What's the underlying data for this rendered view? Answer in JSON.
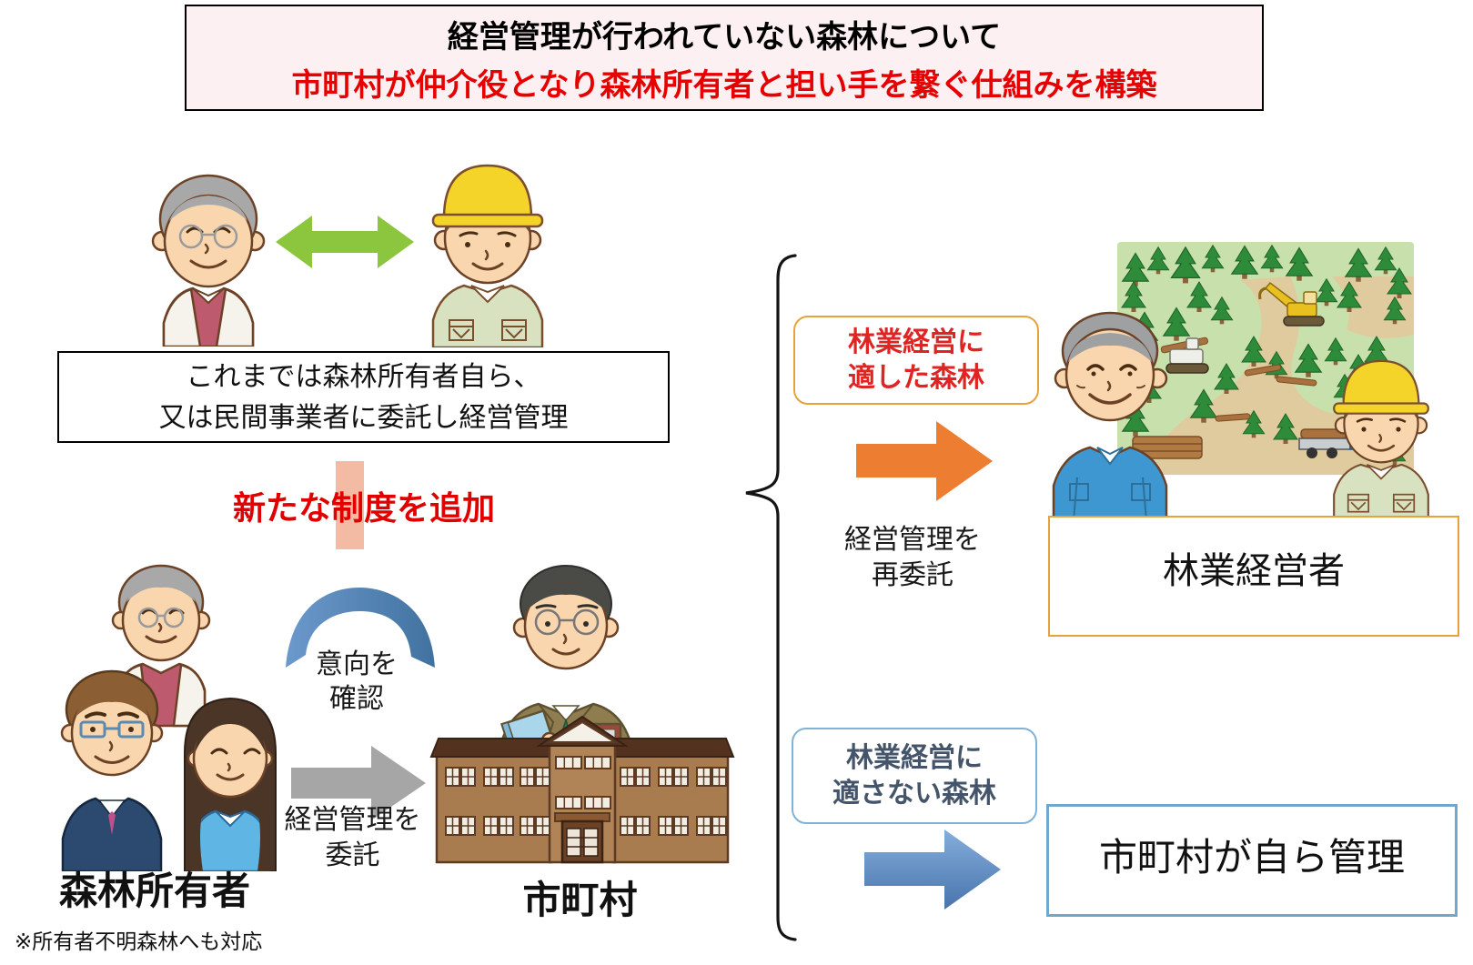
{
  "title": {
    "line1": "経営管理が行われていない森林について",
    "line2": "市町村が仲介役となり森林所有者と担い手を繋ぐ仕組みを構築"
  },
  "past_box": {
    "line1": "これまでは森林所有者自ら、",
    "line2": "又は民間事業者に委託し経営管理"
  },
  "new_system": {
    "label": "新たな制度を追加"
  },
  "intent": {
    "line1": "意向を",
    "line2": "確認"
  },
  "entrust": {
    "line1": "経営管理を",
    "line2": "委託"
  },
  "owners": {
    "label": "森林所有者",
    "note": "※所有者不明森林へも対応"
  },
  "municipality": {
    "label": "市町村"
  },
  "suitable": {
    "line1": "林業経営に",
    "line2": "適した森林"
  },
  "re_entrust": {
    "line1": "経営管理を",
    "line2": "再委託"
  },
  "operator": {
    "label": "林業経営者"
  },
  "unsuitable": {
    "line1": "林業経営に",
    "line2": "適さない森林"
  },
  "self_manage": {
    "label": "市町村が自ら管理"
  },
  "illustrations": {
    "top_left": [
      "elderly-owner-illustration",
      "two-way-arrow-icon",
      "forestry-worker-illustration"
    ],
    "bottom_left": [
      "forest-owners-group-illustration",
      "intent-arc-arrow-icon",
      "entrust-arrow-icon"
    ],
    "center": [
      "municipality-official-illustration",
      "town-hall-illustration",
      "split-brace-icon"
    ],
    "right": [
      "re-entrust-arrow-icon",
      "forest-worksite-illustration",
      "operator-elder-illustration",
      "operator-worker-illustration",
      "self-manage-arrow-icon"
    ]
  },
  "colors": {
    "title_red": "#e60000",
    "accent_red": "#e00000",
    "suitable_text_red": "#e02424",
    "unsuitable_text_navy": "#44546a",
    "orange_border": "#e8a23b",
    "orange_arrow": "#ed7d31",
    "blue_border": "#7fb2d9",
    "blue_arrow": "#4e81bd",
    "green_arrow": "#8cc63f",
    "gray_arrow": "#a6a6a6",
    "highlight_salmon": "#f3bba4",
    "title_bg": "#fcf0f2"
  }
}
